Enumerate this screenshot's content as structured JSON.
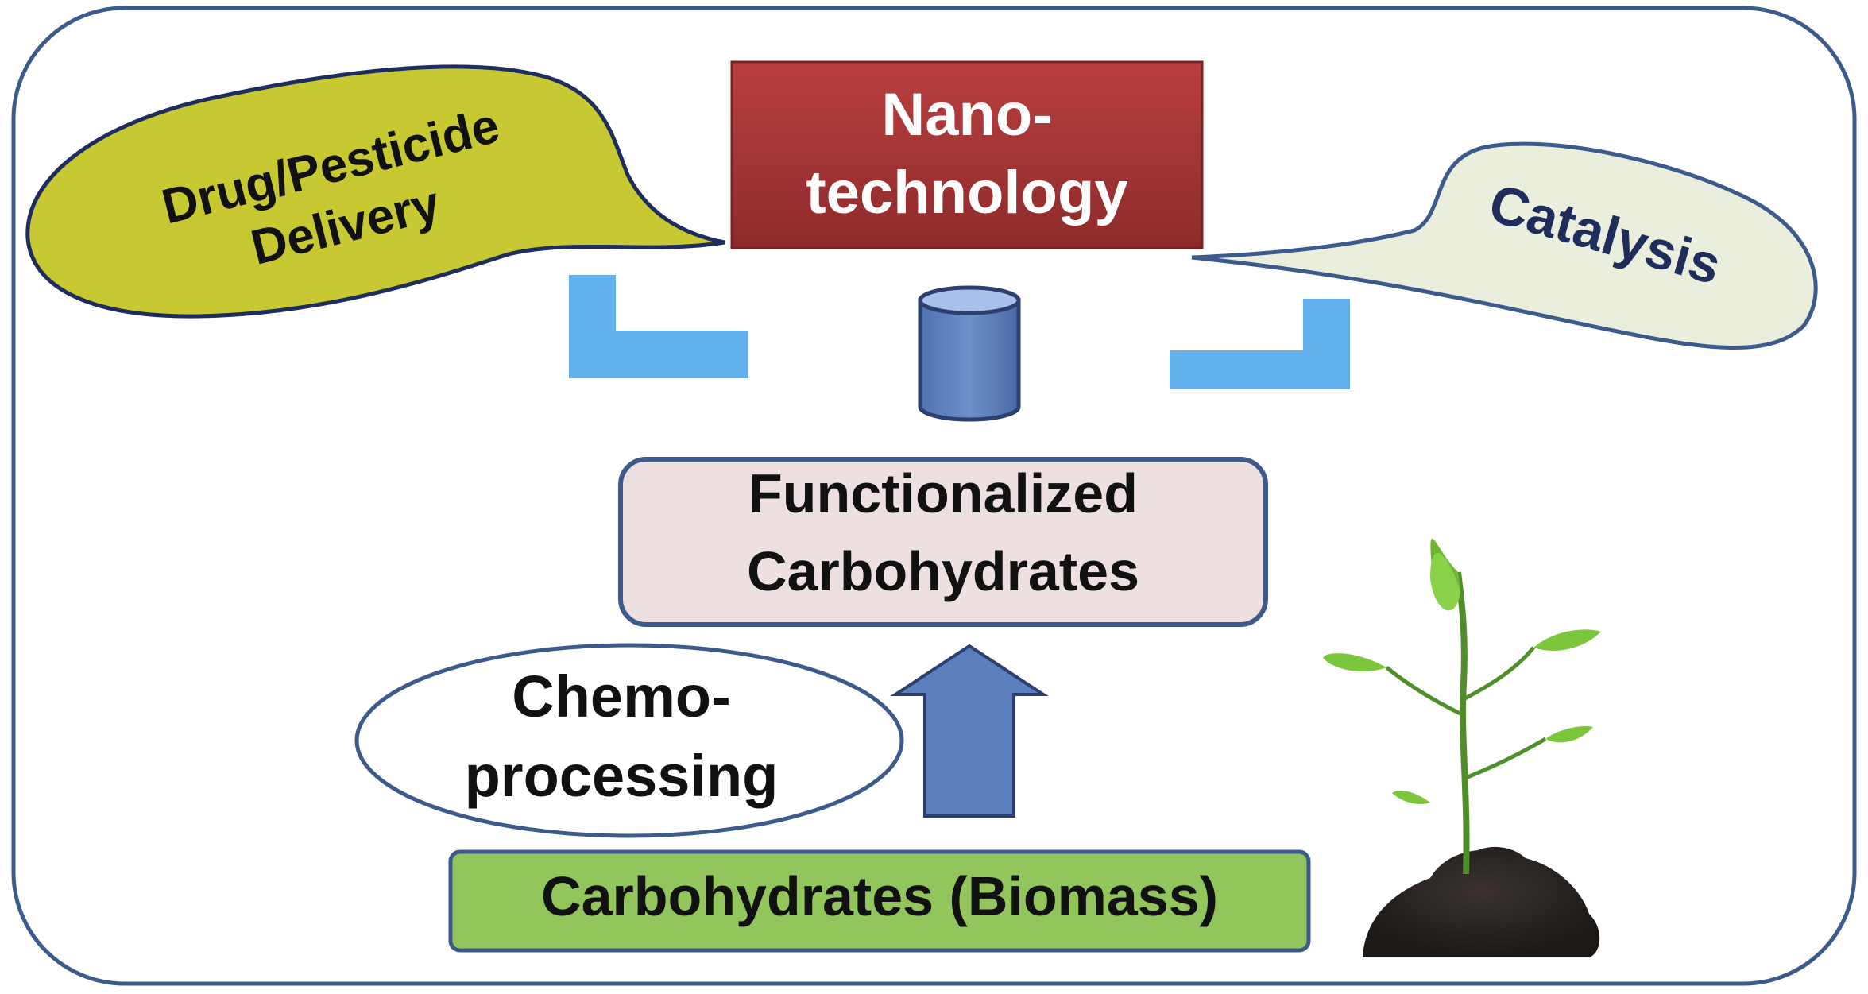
{
  "nano": {
    "line1": "Nano-",
    "line2": "technology"
  },
  "drug": {
    "line1": "Drug/Pesticide",
    "line2": "Delivery"
  },
  "catalysis": {
    "label": "Catalysis"
  },
  "functionalized": {
    "line1": "Functionalized",
    "line2": "Carbohydrates"
  },
  "chemo": {
    "line1": "Chemo-",
    "line2": "processing"
  },
  "biomass": {
    "label": "Carbohydrates (Biomass)"
  },
  "colors": {
    "frame": "#3d5a8c",
    "nano_fill": "#a8383a",
    "drug_fill": "#c8c832",
    "catalysis_fill": "#e9efdc",
    "catalysis_text": "#1f2d5c",
    "functionalized_fill": "#eedfe0",
    "biomass_fill": "#92c65c",
    "arrow_fill": "#5b7fbd",
    "bracket_fill": "#62b0ec",
    "leaf": "#7cc63c"
  }
}
